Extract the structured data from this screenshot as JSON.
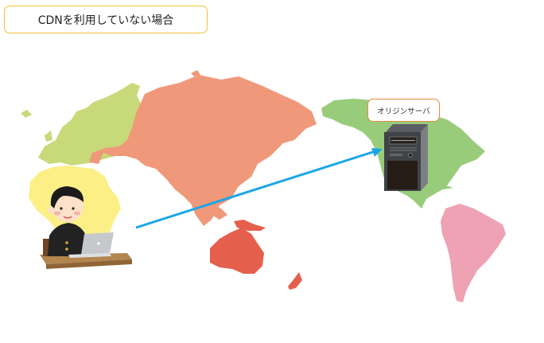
{
  "title": "CDNを利用していない場合",
  "server": {
    "label": "オリジンサーバ",
    "icon": "server-tower-icon"
  },
  "client": {
    "icon": "user-with-laptop-icon"
  },
  "connection": {
    "from": "client",
    "to": "server",
    "color": "#1aa6e6"
  },
  "continents": [
    {
      "name": "Europe",
      "color": "#c8d97a"
    },
    {
      "name": "Africa",
      "color": "#fbef86"
    },
    {
      "name": "Asia",
      "color": "#f0987a"
    },
    {
      "name": "Oceania",
      "color": "#e4604d"
    },
    {
      "name": "North America",
      "color": "#99cc7a"
    },
    {
      "name": "South America",
      "color": "#eea2b3"
    }
  ],
  "colors": {
    "title_border": "#f2c037",
    "label_border": "#e98a3c",
    "arrow": "#1aa6e6"
  }
}
